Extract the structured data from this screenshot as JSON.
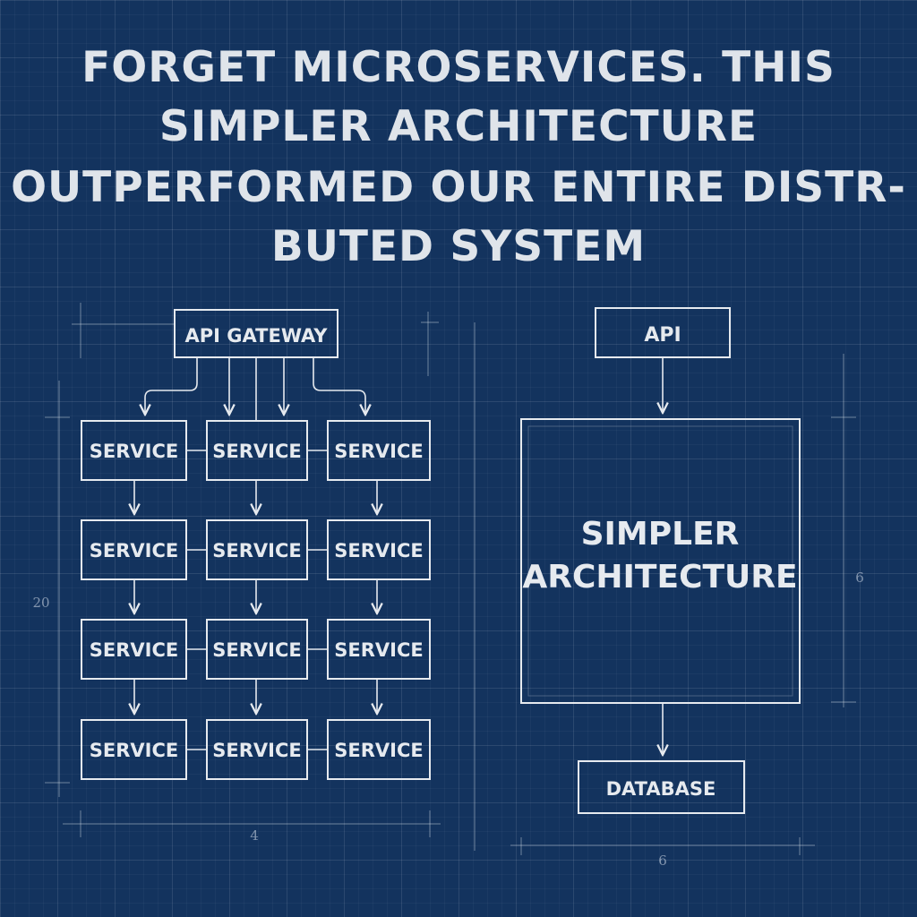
{
  "title": {
    "lines": [
      "FORGET MICROSERVICES. THIS",
      "SIMPLER ARCHITECTURE",
      "OUTPERFORMED OUR ENTIRE DISTR-",
      "BUTED SYSTEM"
    ]
  },
  "left_diagram": {
    "gateway_label": "API GATEWAY",
    "service_label": "SERVICE",
    "dimension_bottom": "4",
    "dimension_side": "20"
  },
  "right_diagram": {
    "api_label": "API",
    "core_label_line1": "SIMPLER",
    "core_label_line2": "ARCHITECTURE",
    "database_label": "DATABASE",
    "dimension_bottom": "6",
    "dimension_side": "6"
  },
  "colors": {
    "background": "#13335e",
    "line": "#e6eaef",
    "text": "#dfe4ea"
  }
}
